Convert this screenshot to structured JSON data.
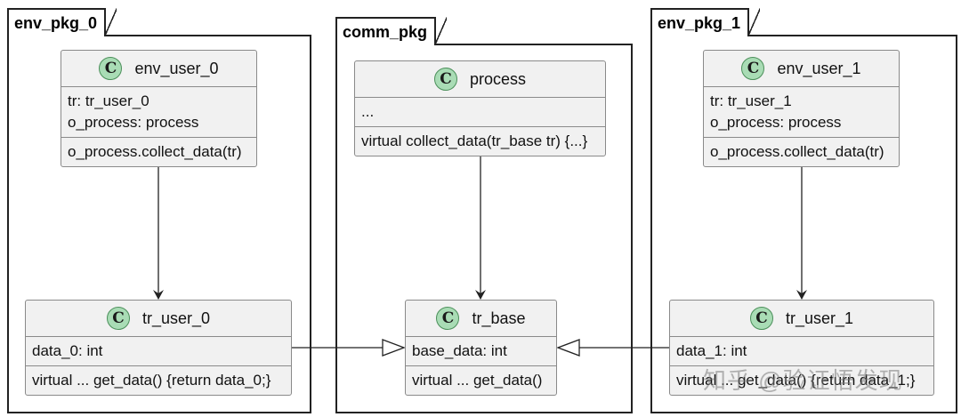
{
  "packages": [
    {
      "name": "env_pkg_0"
    },
    {
      "name": "comm_pkg"
    },
    {
      "name": "env_pkg_1"
    }
  ],
  "classes": {
    "env_user_0": {
      "badge": "C",
      "name": "env_user_0",
      "fields": [
        "tr: tr_user_0",
        "o_process: process"
      ],
      "methods": [
        "o_process.collect_data(tr)"
      ]
    },
    "tr_user_0": {
      "badge": "C",
      "name": "tr_user_0",
      "fields": [
        "data_0: int"
      ],
      "methods": [
        "virtual ... get_data() {return data_0;}"
      ]
    },
    "process": {
      "badge": "C",
      "name": "process",
      "fields": [
        "..."
      ],
      "methods": [
        "virtual collect_data(tr_base tr) {...}"
      ]
    },
    "tr_base": {
      "badge": "C",
      "name": "tr_base",
      "fields": [
        "base_data: int"
      ],
      "methods": [
        "virtual ... get_data()"
      ]
    },
    "env_user_1": {
      "badge": "C",
      "name": "env_user_1",
      "fields": [
        "tr: tr_user_1",
        "o_process: process"
      ],
      "methods": [
        "o_process.collect_data(tr)"
      ]
    },
    "tr_user_1": {
      "badge": "C",
      "name": "tr_user_1",
      "fields": [
        "data_1: int"
      ],
      "methods": [
        "virtual ... get_data() {return data_1;}"
      ]
    }
  },
  "relations": [
    {
      "from": "env_user_0",
      "to": "tr_user_0",
      "type": "association"
    },
    {
      "from": "process",
      "to": "tr_base",
      "type": "association"
    },
    {
      "from": "env_user_1",
      "to": "tr_user_1",
      "type": "association"
    },
    {
      "from": "tr_user_0",
      "to": "tr_base",
      "type": "inheritance"
    },
    {
      "from": "tr_user_1",
      "to": "tr_base",
      "type": "inheritance"
    }
  ],
  "watermark": "知乎 @验证悟发现"
}
